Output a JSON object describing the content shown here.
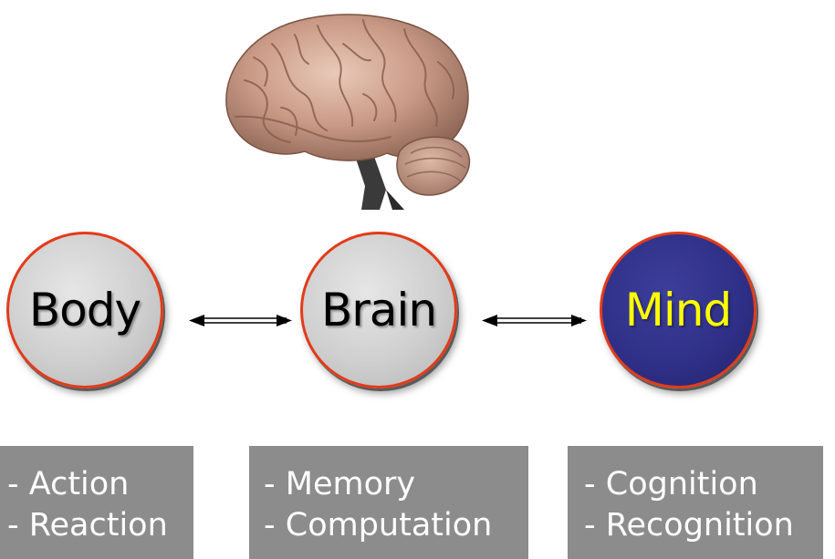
{
  "nodes": [
    {
      "label": "Body",
      "text_color": "#000000",
      "fill": "#c8c8c8"
    },
    {
      "label": "Brain",
      "text_color": "#000000",
      "fill": "#c8c8c8"
    },
    {
      "label": "Mind",
      "text_color": "#ffff00",
      "fill": "#2e2f86"
    }
  ],
  "boxes": [
    {
      "lines": [
        "- Action",
        "- Reaction"
      ]
    },
    {
      "lines": [
        "- Memory",
        "- Computation"
      ]
    },
    {
      "lines": [
        "- Cognition",
        "- Recognition"
      ]
    }
  ],
  "colors": {
    "node_border": "#e23b1a",
    "box_fill": "#8c8c8c",
    "box_text": "#ffffff"
  },
  "icons": [
    "brain-image",
    "double-arrow-icon"
  ]
}
